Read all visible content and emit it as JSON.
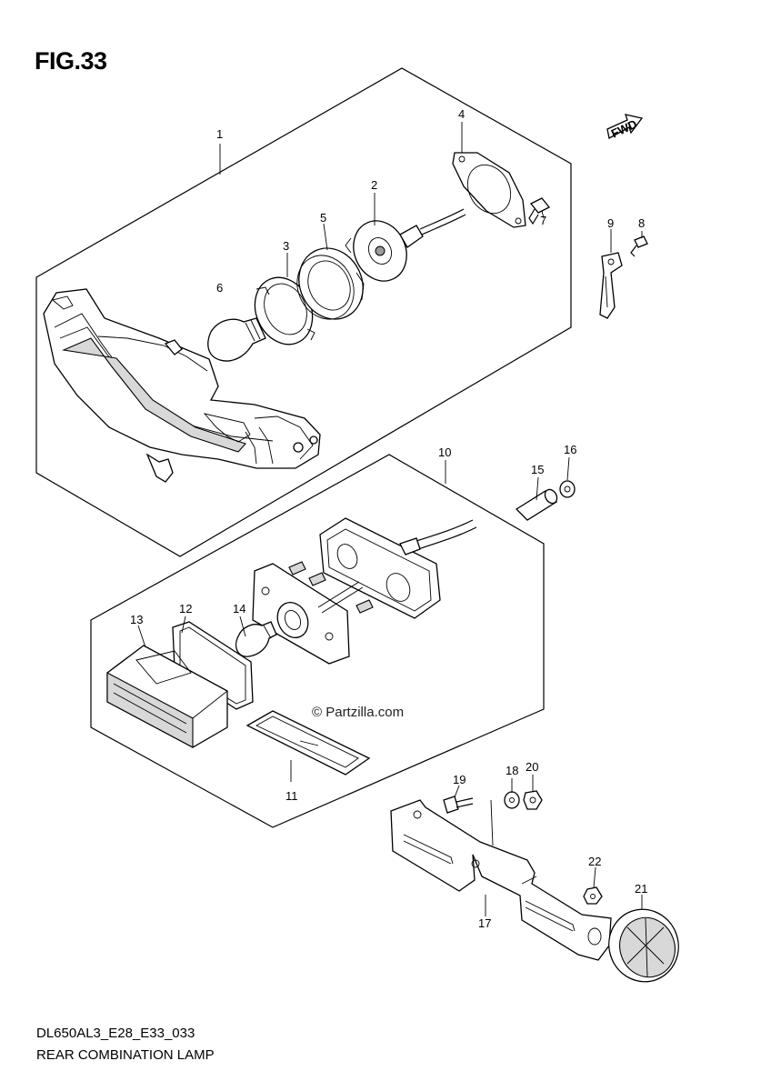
{
  "figure": {
    "title": "FIG.33",
    "code": "DL650AL3_E28_E33_033",
    "name": "REAR COMBINATION LAMP",
    "watermark": "© Partzilla.com",
    "direction_label": "FWD"
  },
  "callouts": [
    "1",
    "2",
    "3",
    "4",
    "5",
    "6",
    "7",
    "8",
    "9",
    "10",
    "11",
    "12",
    "13",
    "14",
    "15",
    "16",
    "17",
    "18",
    "19",
    "20",
    "21",
    "22"
  ]
}
